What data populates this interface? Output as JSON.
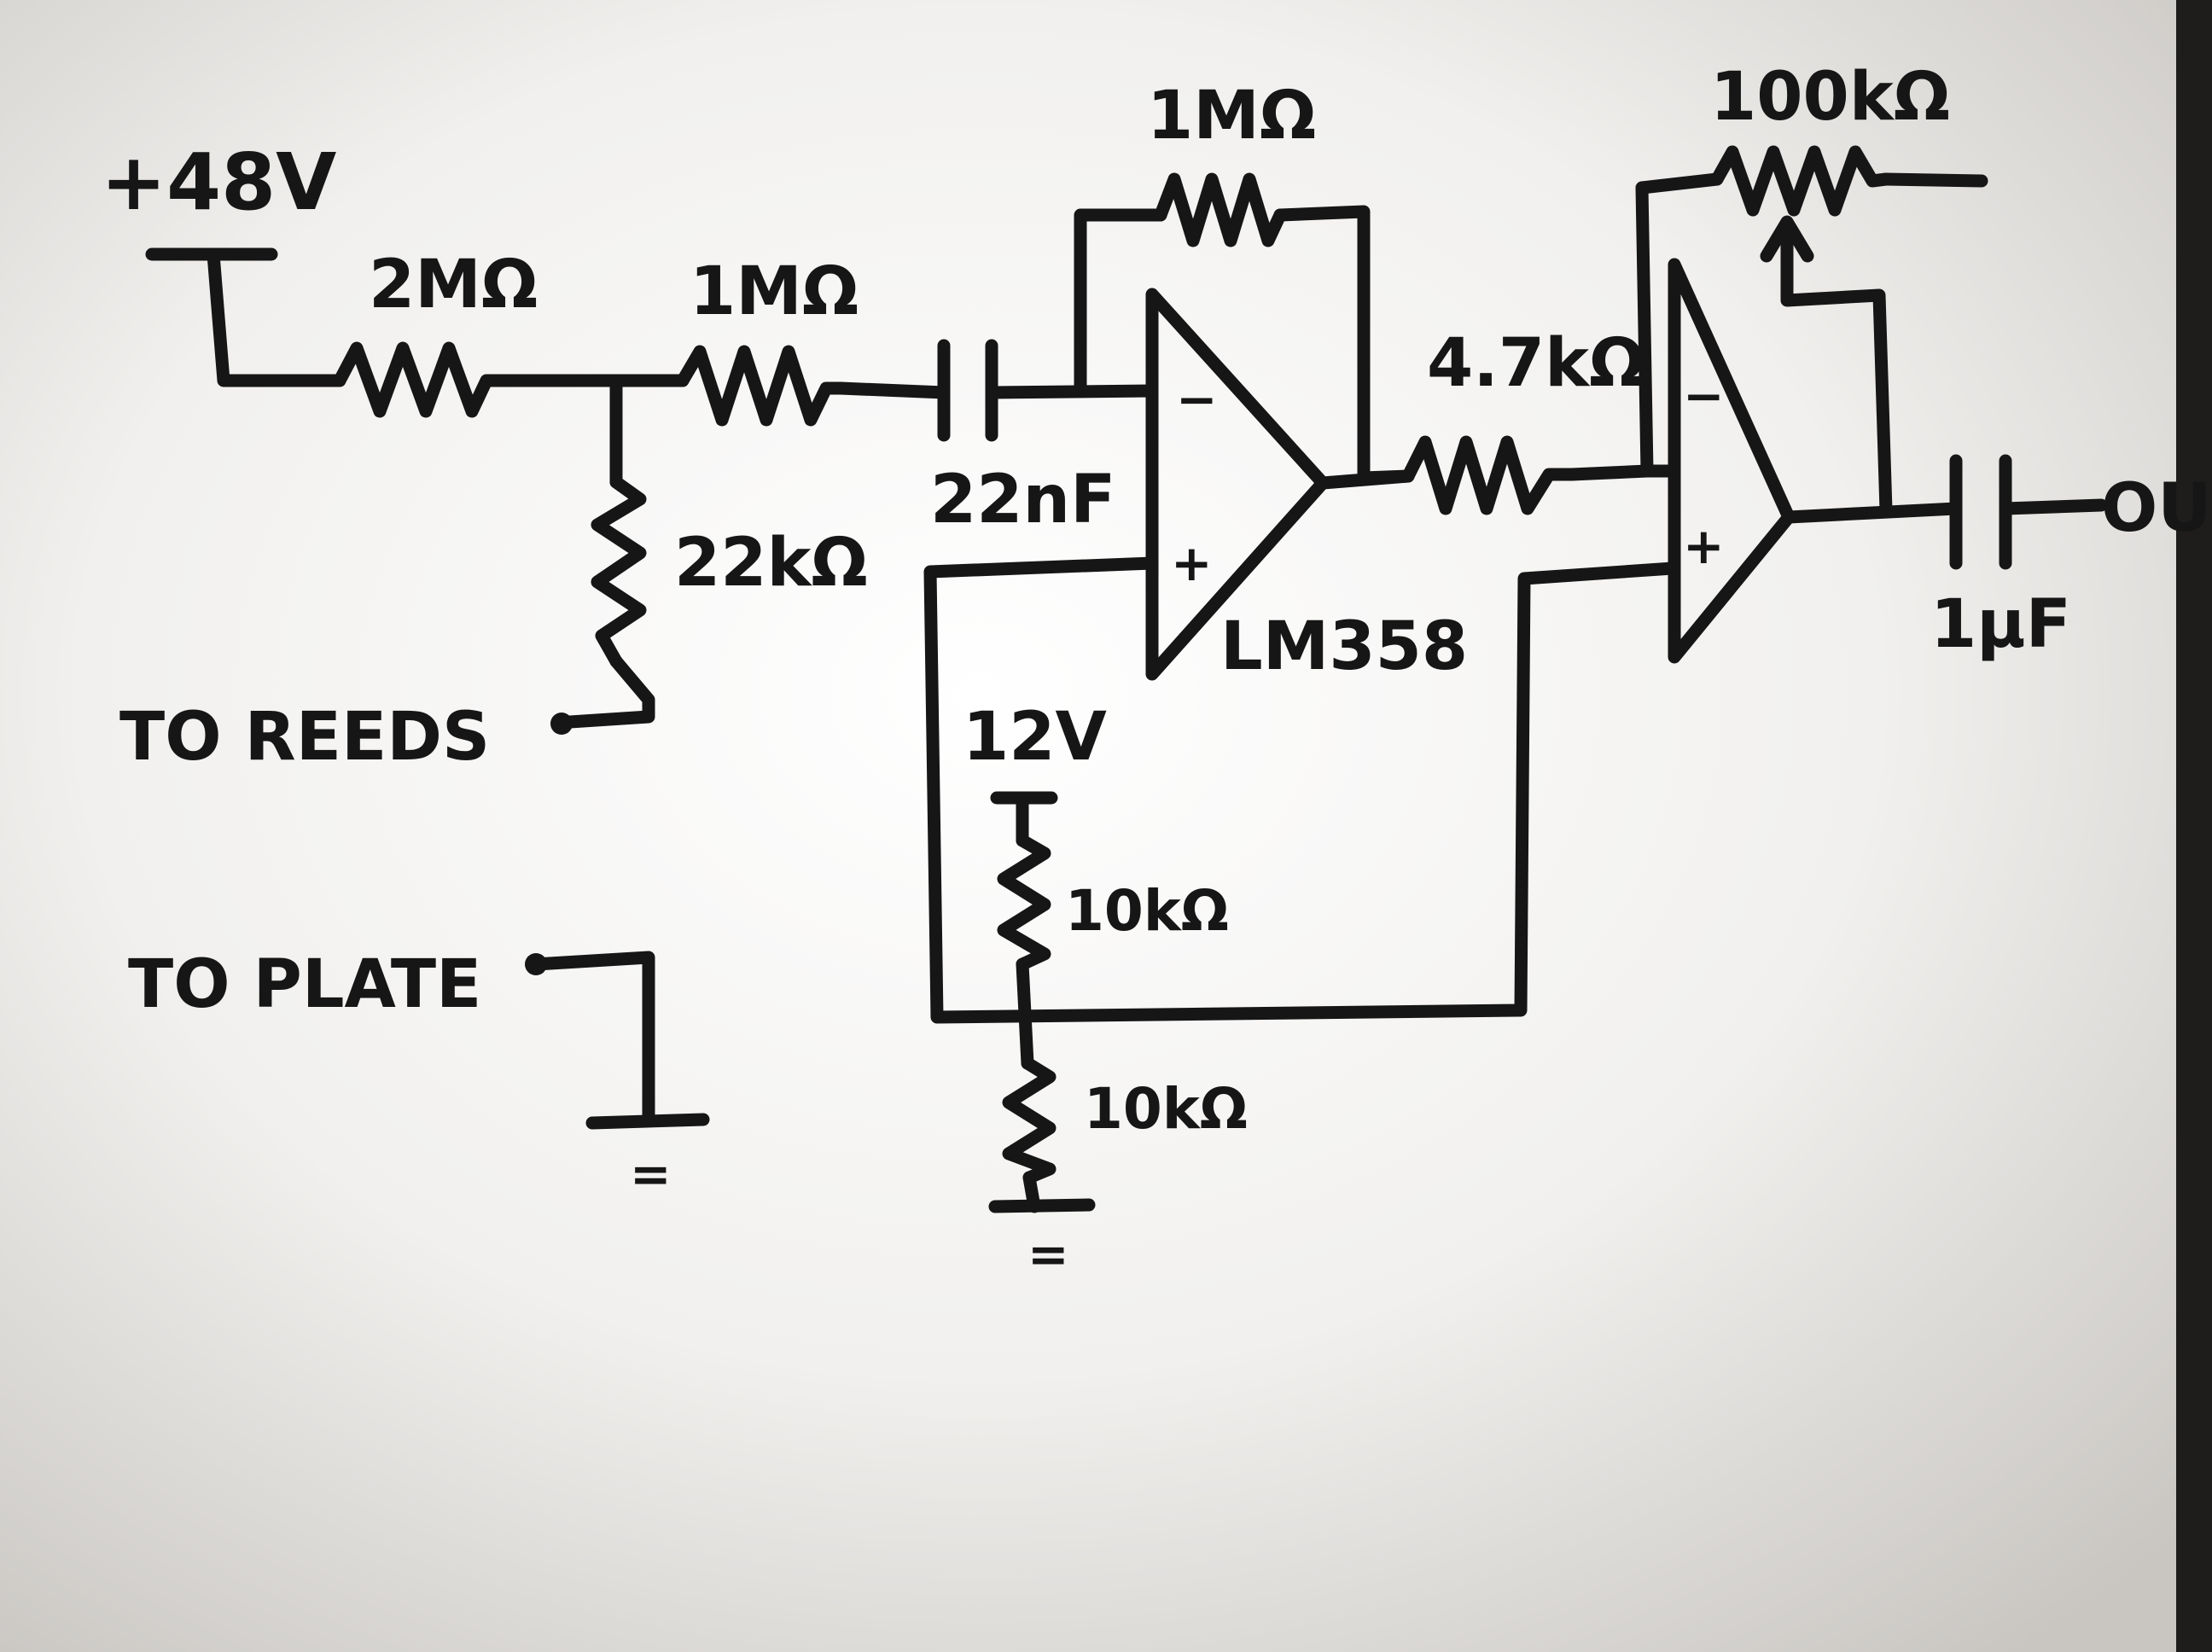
{
  "supply": {
    "label_48v": "+48V",
    "label_12v": "12V"
  },
  "terminals": {
    "reeds": "TO REEDS",
    "plate": "TO PLATE",
    "out": "OUT"
  },
  "resistors": {
    "r_2m": "2MΩ",
    "r_1m_input": "1MΩ",
    "r_22k": "22kΩ",
    "r_1m_feedback": "1MΩ",
    "r_4k7": "4.7kΩ",
    "r_10k_top": "10kΩ",
    "r_10k_bottom": "10kΩ"
  },
  "potentiometer": {
    "value": "100kΩ"
  },
  "capacitors": {
    "c_input": "22nF",
    "c_output": "1μF"
  },
  "opamps": {
    "part": "LM358",
    "minus": "−",
    "plus": "+"
  },
  "ground_symbol": "="
}
